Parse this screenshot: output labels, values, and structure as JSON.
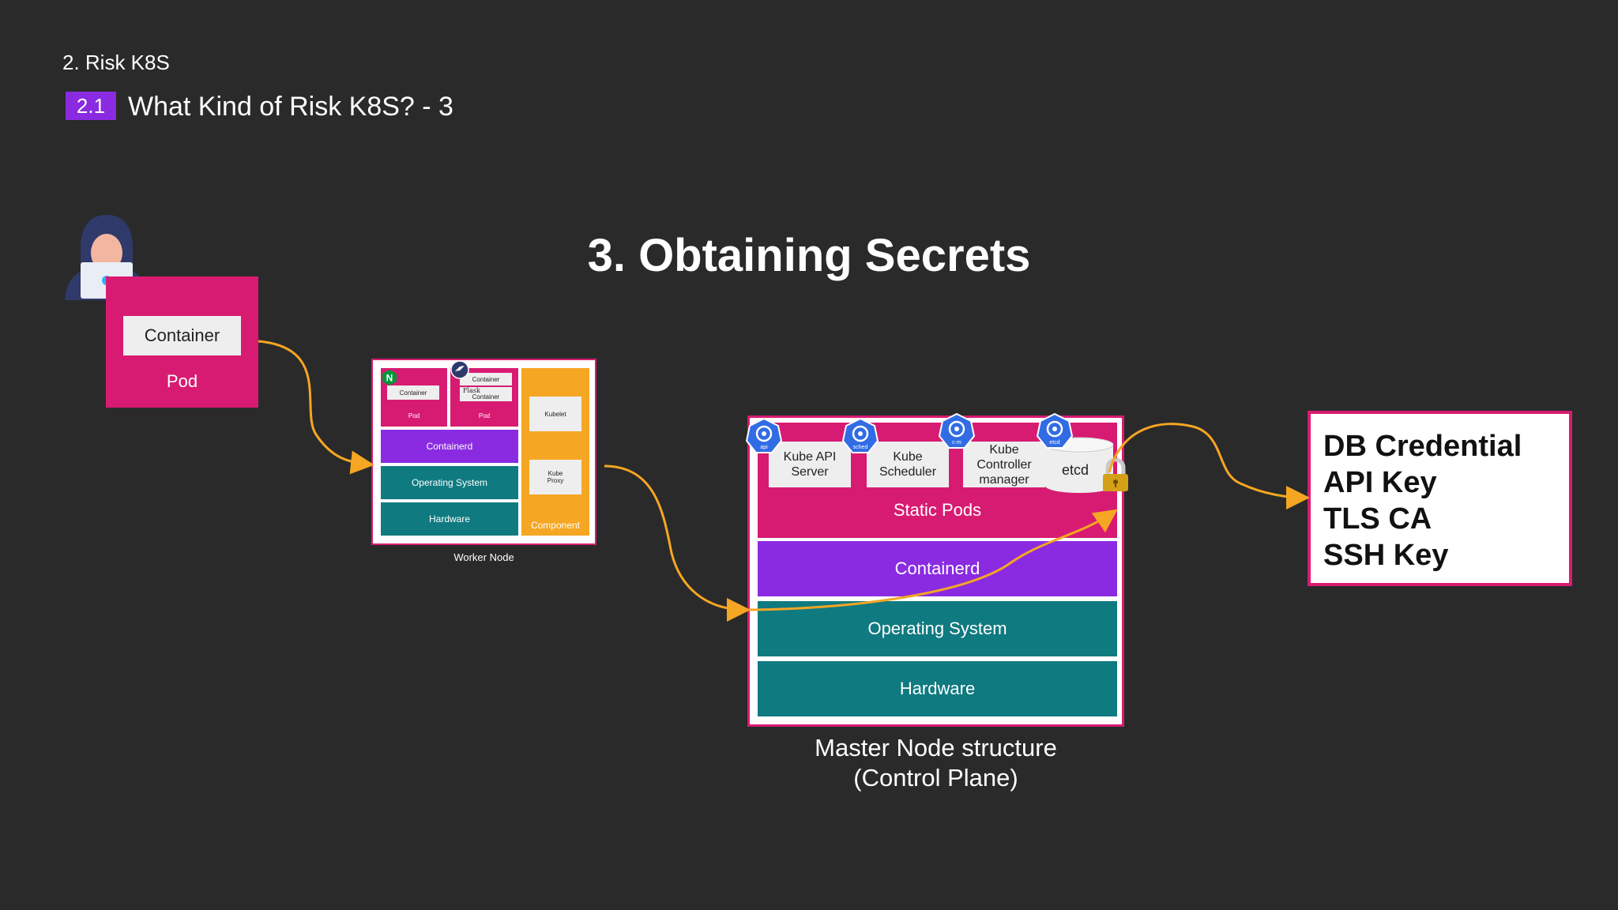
{
  "header": {
    "section": "2. Risk K8S",
    "badge": "2.1",
    "subtitle": "What Kind of Risk K8S? - 3"
  },
  "title": "3. Obtaining Secrets",
  "pod": {
    "container_label": "Container",
    "pod_label": "Pod"
  },
  "worker_node": {
    "caption": "Worker Node",
    "pod1_container": "Container",
    "pod1_label": "Pod",
    "pod2_container_top": "Container",
    "pod2_flask": "Flask",
    "pod2_container_bottom": "Container",
    "pod2_label": "Pod",
    "containerd": "Containerd",
    "operating_system": "Operating System",
    "hardware": "Hardware",
    "kubelet": "Kubelet",
    "kube_proxy": "Kube Proxy",
    "component": "Component"
  },
  "master_node": {
    "caption_line1": "Master Node structure",
    "caption_line2": "(Control Plane)",
    "api_server": "Kube API Server",
    "scheduler": "Kube Scheduler",
    "controller_manager": "Kube Controller manager",
    "etcd": "etcd",
    "static_pods": "Static Pods",
    "containerd": "Containerd",
    "operating_system": "Operating System",
    "hardware": "Hardware",
    "icon_api": "api",
    "icon_sched": "sched",
    "icon_cm": "c-m",
    "icon_etcd": "etcd"
  },
  "secrets": [
    "DB Credential",
    "API Key",
    "TLS CA",
    "SSH Key"
  ],
  "colors": {
    "background": "#2a2a2a",
    "pink": "#d81b72",
    "purple": "#8a2be2",
    "teal": "#0f7a80",
    "orange": "#f5a623",
    "k8s_blue": "#326ce5"
  }
}
